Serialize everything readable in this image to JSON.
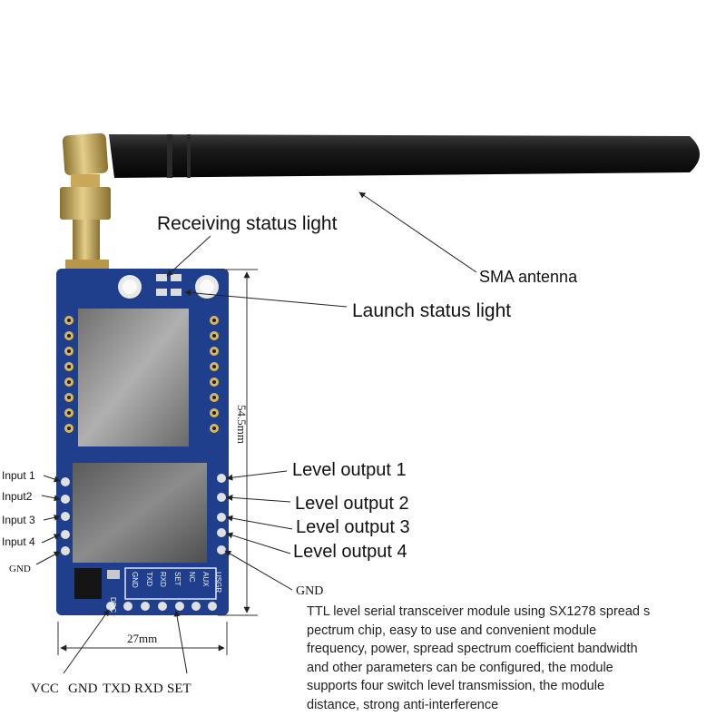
{
  "callouts": {
    "receiving_status_light": "Receiving status light",
    "sma_antenna": "SMA antenna",
    "launch_status_light": "Launch status light"
  },
  "dimensions": {
    "height": "54.5mm",
    "width": "27mm"
  },
  "inputs": [
    "Input 1",
    "Input2",
    "Input 3",
    "Input 4",
    "GND"
  ],
  "level_outputs": [
    "Level output 1",
    "Level output 2",
    "Level output 3",
    "Level output 4"
  ],
  "gnd_right": "GND",
  "bottom_pins": [
    "VCC",
    "GND",
    "TXD",
    "RXD",
    "SET"
  ],
  "board_silkscreen": [
    "GND",
    "TXD",
    "RXD",
    "SET",
    "NC",
    "AUX",
    "USGR",
    "DDC"
  ],
  "description": [
    "TTL level serial transceiver module using SX1278 spread s",
    "pectrum chip, easy to use and convenient module",
    " frequency, power, spread spectrum coefficient bandwidth",
    " and other parameters can be configured, the module",
    "supports four switch level transmission, the module",
    "distance, strong anti-interference"
  ],
  "colors": {
    "pcb": "#1f3f8c",
    "antenna": "#111111",
    "shield": "#8c8c8c",
    "gold": "#b89a4a",
    "arrow": "#222222"
  }
}
